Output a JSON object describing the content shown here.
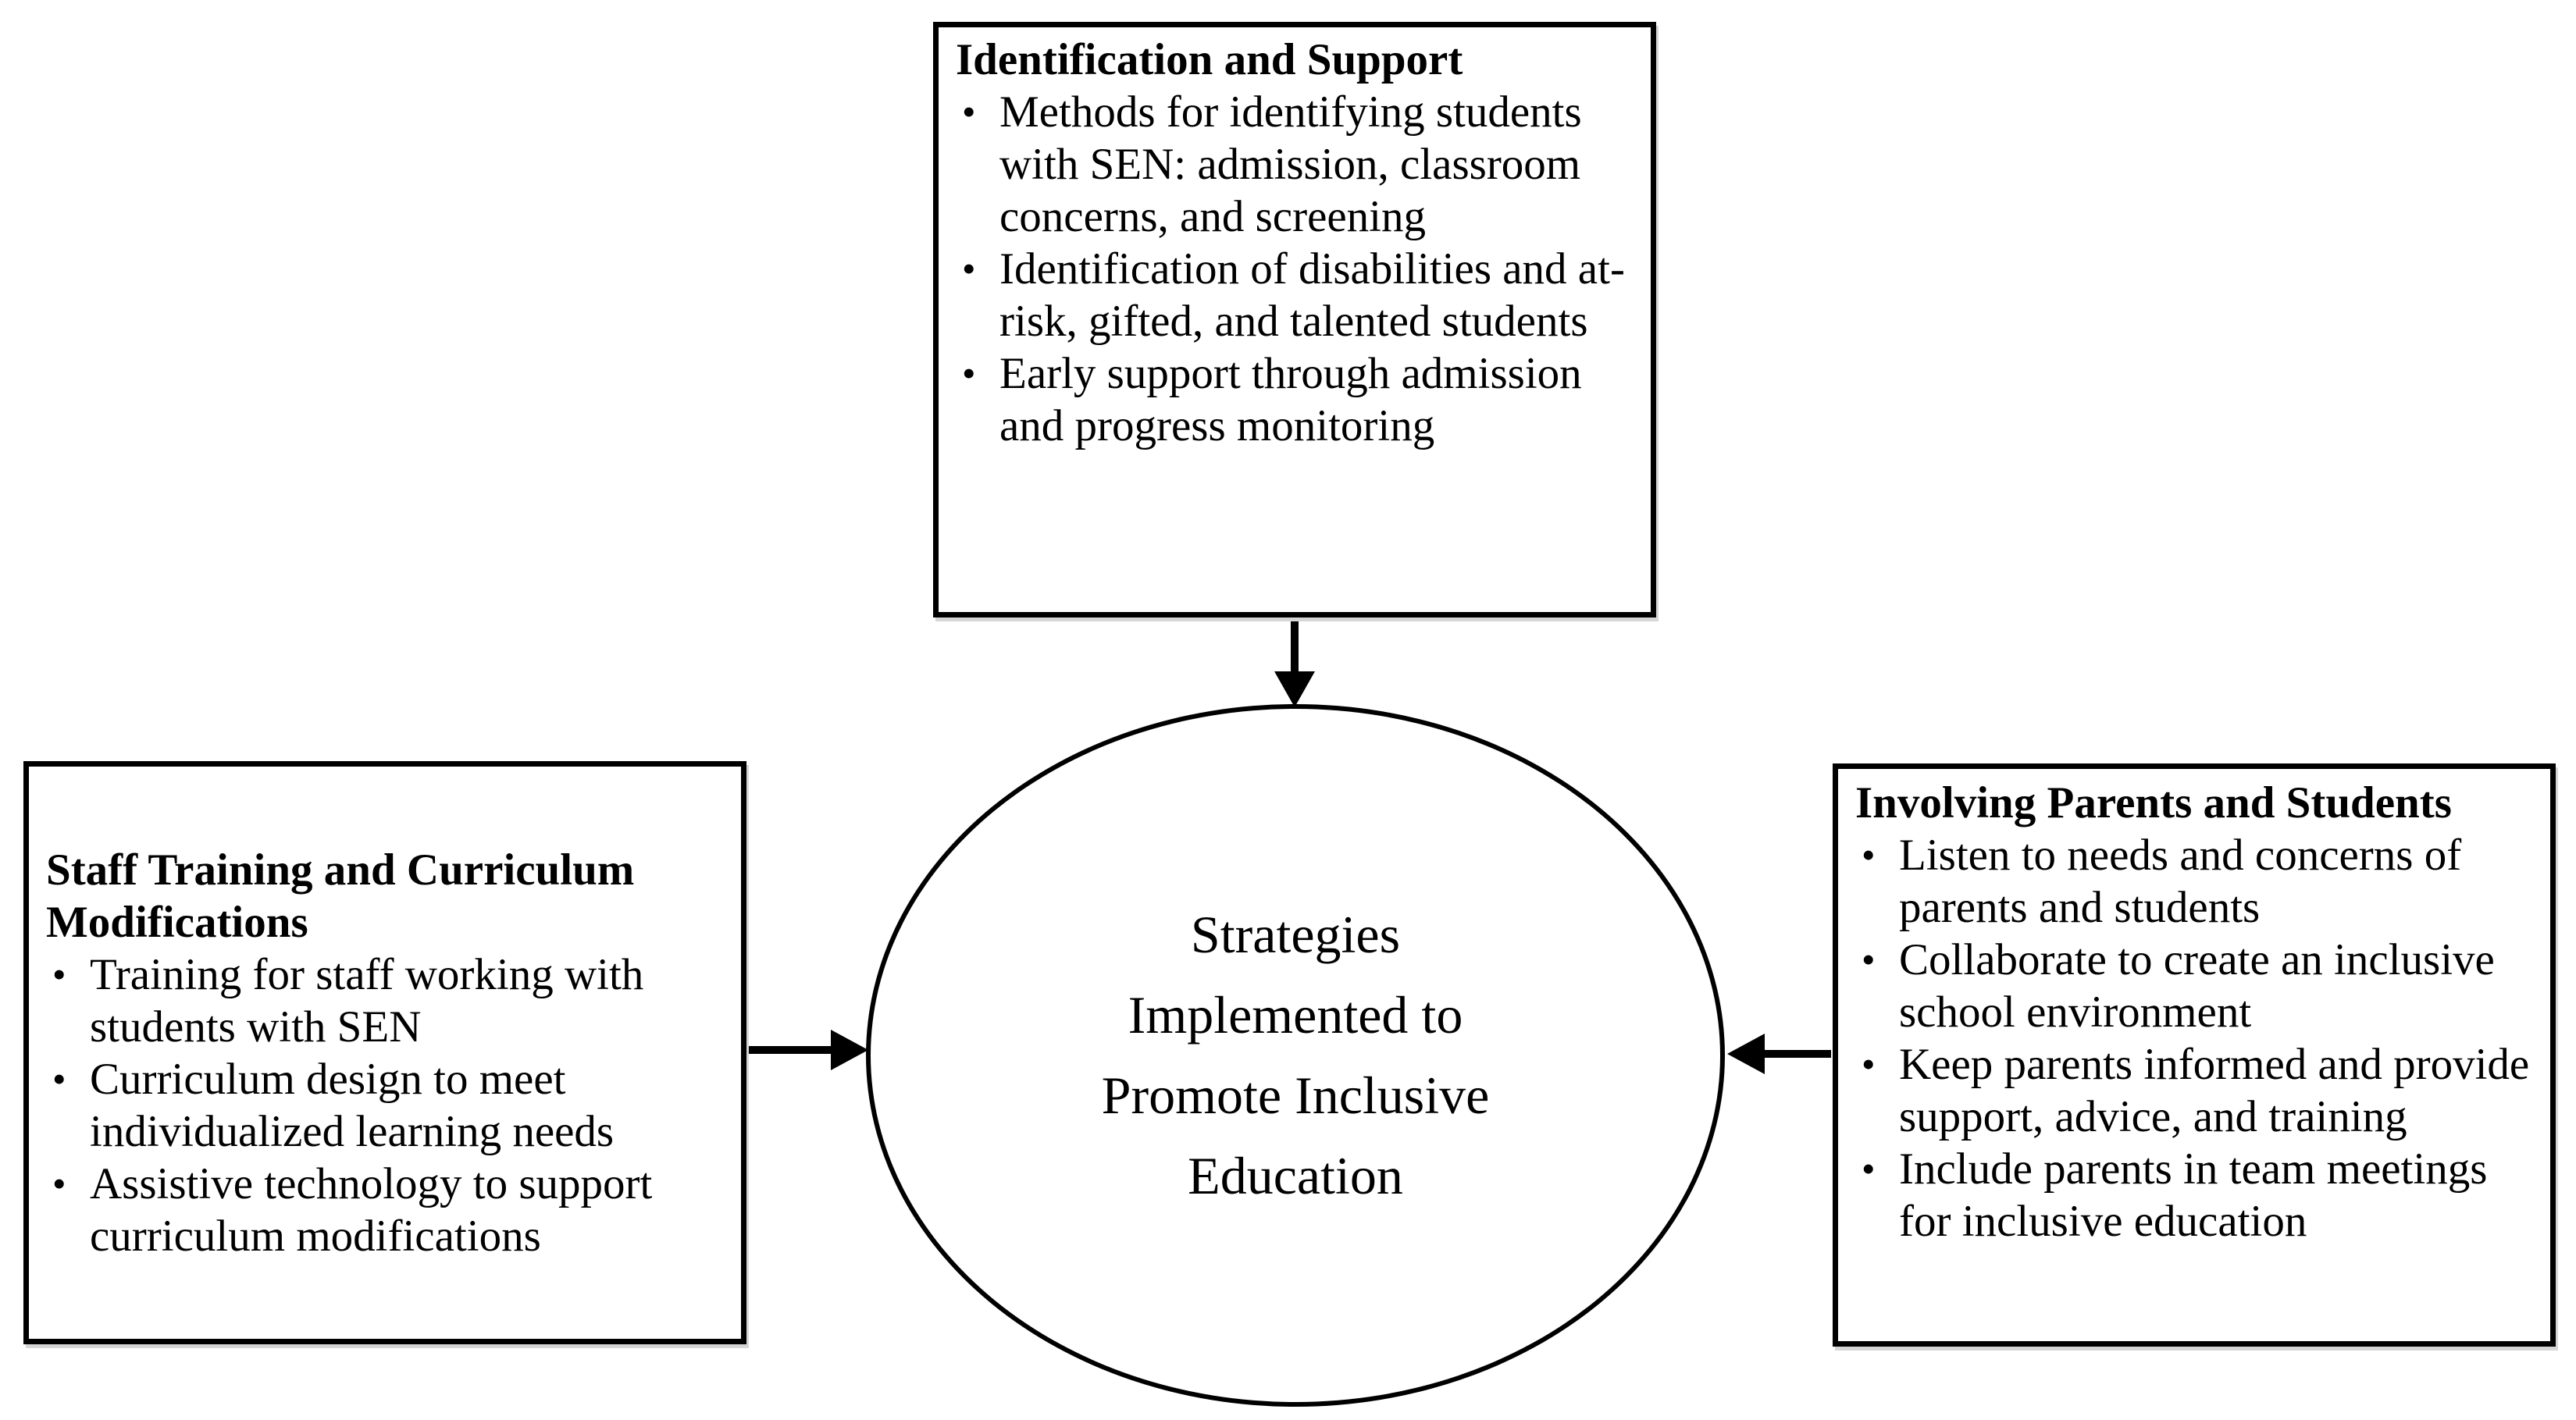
{
  "diagram": {
    "bullet_glyph": "•",
    "colors": {
      "ink": "#000000",
      "background": "#ffffff"
    },
    "center_ellipse": {
      "label": "Strategies Implemented to Promote Inclusive Education",
      "label_lines": [
        "Strategies",
        "Implemented to",
        "Promote Inclusive",
        "Education"
      ]
    },
    "top_box": {
      "title": "Identification and Support",
      "bullets": [
        "Methods for identifying students with SEN: admission, classroom concerns, and screening",
        "Identification of disabilities and at-risk, gifted, and talented students",
        "Early support through admission and progress monitoring"
      ]
    },
    "left_box": {
      "title": "Staff Training and Curriculum Modifications",
      "bullets": [
        "Training for staff working with students with SEN",
        "Curriculum design to meet individualized learning needs",
        "Assistive technology to support curriculum modifications"
      ]
    },
    "right_box": {
      "title": "Involving Parents and Students",
      "bullets": [
        "Listen to needs and concerns of parents and students",
        "Collaborate to create an inclusive school environment",
        "Keep parents informed and provide support, advice, and training",
        "Include parents in team meetings for inclusive education"
      ]
    }
  }
}
